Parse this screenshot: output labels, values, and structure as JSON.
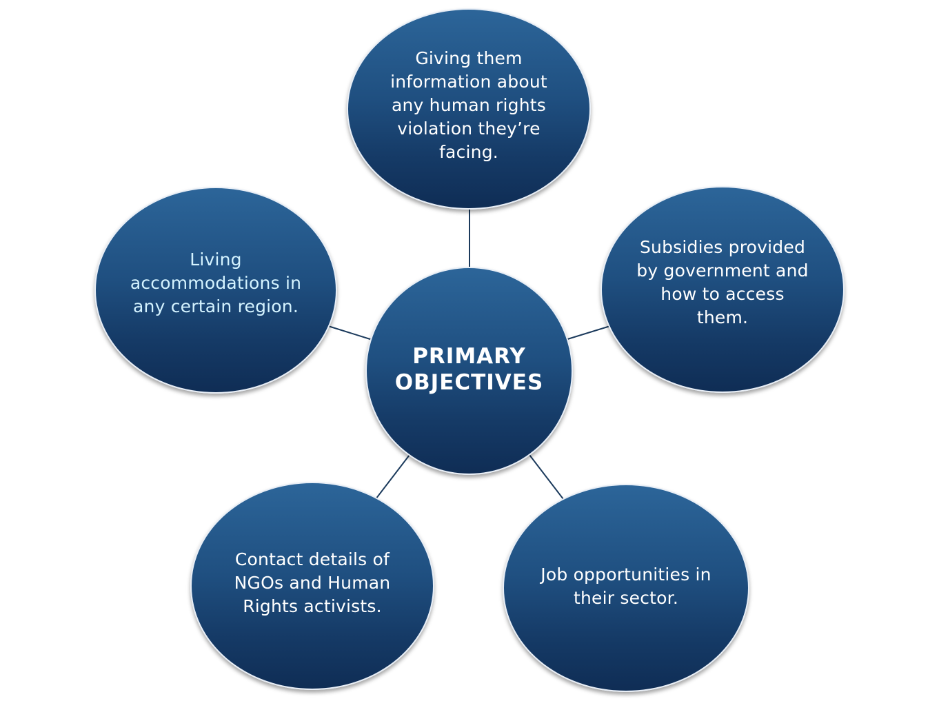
{
  "center": {
    "label": "PRIMARY\nOBJECTIVES"
  },
  "objectives": {
    "top": "Giving them\ninformation about\nany human rights\nviolation they’re\nfacing.",
    "right": "Subsidies provided\nby government and\nhow to access\nthem.",
    "left": "Living\naccommodations in\nany certain region.",
    "bottom_left": "Contact details of\nNGOs and Human\nRights activists.",
    "bottom_right": "Job opportunities in\ntheir sector."
  },
  "colors": {
    "node_fill_top": "#2c6599",
    "node_fill_bottom": "#0f2d55",
    "connector": "#1b3a5c",
    "left_node_text": "#d4f3ff",
    "text": "#ffffff"
  }
}
